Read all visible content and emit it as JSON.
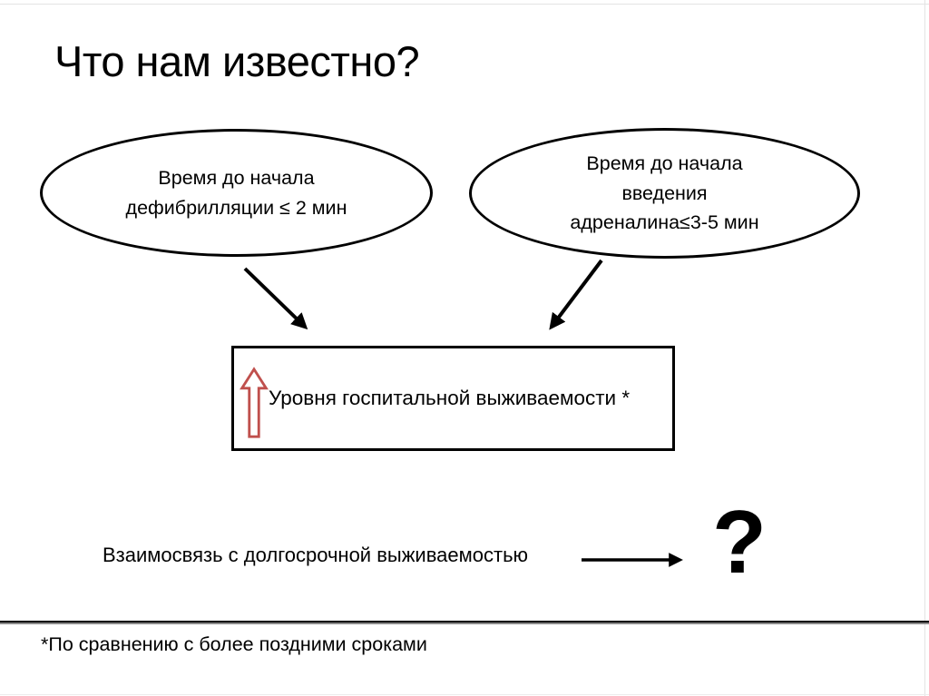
{
  "colors": {
    "ink": "#000000",
    "accent_red": "#C0504D",
    "frame_gray": "#e3e3e3"
  },
  "slide": {
    "title": "Что нам известно?",
    "causes": [
      {
        "lines": [
          "Время до начала",
          "дефибрилляции ≤ 2 мин"
        ]
      },
      {
        "lines": [
          "Время до начала",
          "введения",
          "адреналина≤3-5 мин"
        ]
      }
    ],
    "outcome_box": {
      "icon": "up-arrow-icon",
      "label": "Уровня госпитальной выживаемости *"
    },
    "relationship": {
      "label": "Взаимосвязь с долгосрочной выживаемостью",
      "unknown": "?"
    },
    "footnote": "*По сравнению с более поздними сроками"
  }
}
